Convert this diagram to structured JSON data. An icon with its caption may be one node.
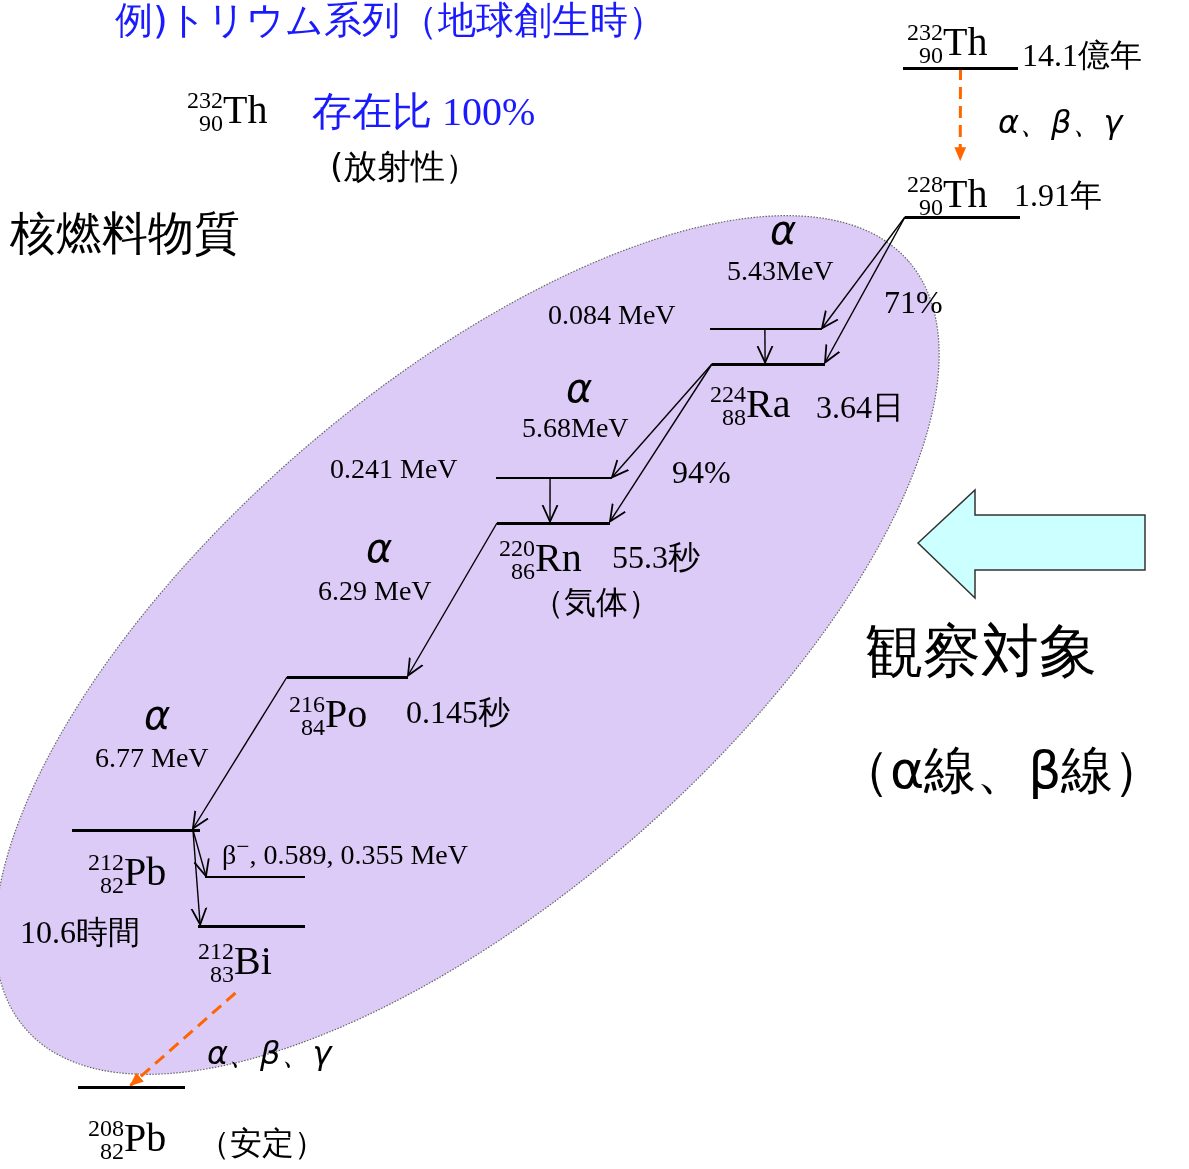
{
  "diagram": {
    "title": "例)トリウム系列（地球創生時）",
    "nodes": [
      {
        "text": [
          "$^{232}$$_{90}$Th"
        ],
        "beside": [
          "14.1億年"
        ]
      },
      {
        "text": [
          "$^{228}$$_{90}$Th"
        ],
        "beside": [
          "1.91年"
        ]
      },
      {
        "text": [
          "0.084 MeV"
        ]
      },
      {
        "text": [
          "$^{224}$$_{88}$Ra"
        ],
        "beside": [
          "3.64日"
        ]
      },
      {
        "text": [
          "0.241 MeV"
        ]
      },
      {
        "text": [
          "$^{220}$$_{86}$Rn"
        ],
        "beside": [
          "55.3秒",
          "（気体）"
        ]
      },
      {
        "text": [
          "$^{216}$$_{84}$Po"
        ],
        "beside": [
          "0.145秒"
        ]
      },
      {
        "text": [
          "$^{212}$$_{82}$Pb"
        ],
        "beside": [
          "10.6時間"
        ]
      },
      {
        "text": [],
        "shape": "bar"
      },
      {
        "text": [
          "$^{212}$$_{83}$Bi"
        ]
      },
      {
        "text": [
          "$^{208}$$_{82}$Pb"
        ],
        "beside": [
          "（安定）"
        ]
      }
    ],
    "edges": [
      {
        "from": 0,
        "to": 1,
        "arrow": "to",
        "label": "α、β、γ",
        "style": "dashed",
        "color": "#ff6600"
      },
      {
        "from": 1,
        "to": 2,
        "arrow": "to"
      },
      {
        "from": 1,
        "to": 3,
        "arrow": "to",
        "label": "71%"
      },
      {
        "from": 2,
        "to": 3,
        "arrow": "to"
      },
      {
        "from": 3,
        "to": 4,
        "arrow": "to"
      },
      {
        "from": 3,
        "to": 5,
        "arrow": "to",
        "label": "94%"
      },
      {
        "from": 4,
        "to": 5,
        "arrow": "to"
      },
      {
        "from": 5,
        "to": 6,
        "arrow": "to"
      },
      {
        "from": 6,
        "to": 7,
        "arrow": "to"
      },
      {
        "from": 7,
        "to": 8,
        "arrow": "to"
      },
      {
        "from": 7,
        "to": 9,
        "arrow": "to"
      },
      {
        "from": 9,
        "to": 10,
        "arrow": "to",
        "label": "α、β、γ",
        "style": "dashed",
        "color": "#ff6600"
      }
    ],
    "labels": [
      "$^{232}$$_{90}$Th",
      "存在比 100%",
      "(放射性）",
      "核燃料物質",
      "α",
      "5.43MeV",
      "α",
      "5.68MeV",
      "α",
      "6.29 MeV",
      "α",
      "6.77 MeV",
      "β$^{−}$, 0.589, 0.355 MeV",
      "観察対象",
      "（α線、β線）"
    ]
  }
}
